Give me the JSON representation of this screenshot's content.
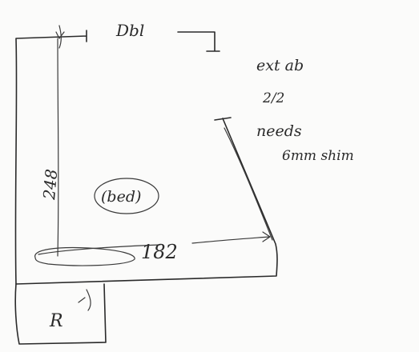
{
  "sketch": {
    "labels": {
      "top_dim": "Dbl",
      "note_line1": "ext ab",
      "note_line2": "2/2",
      "note_line3": "needs",
      "note_line4": "6mm shim",
      "vertical_dim": "248",
      "room_name": "(bed)",
      "horizontal_dim": "182",
      "corner_mark": "R"
    }
  }
}
